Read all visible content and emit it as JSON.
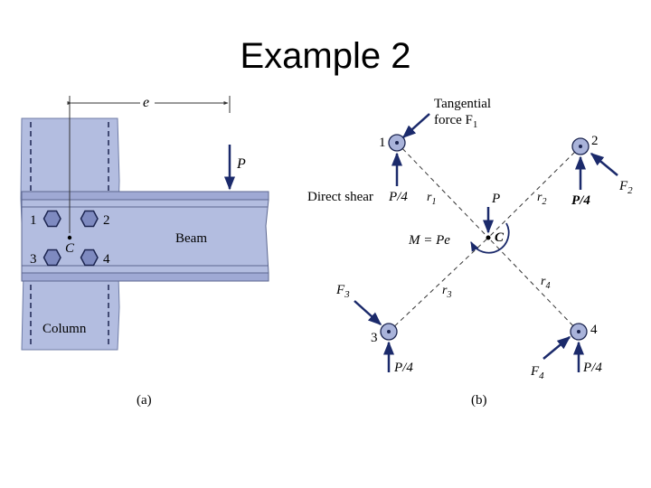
{
  "slide": {
    "title": "Example 2"
  },
  "figure_a": {
    "dimension_label": "e",
    "load_label": "P",
    "bolts": [
      "1",
      "2",
      "3",
      "4"
    ],
    "centroid_label": "C",
    "beam_label": "Beam",
    "column_label": "Column",
    "caption": "(a)"
  },
  "figure_b": {
    "tangential_label_line1": "Tangential",
    "tangential_label_line2": "force F",
    "tangential_sub": "1",
    "direct_shear_label": "Direct shear",
    "centroid_label": "C",
    "moment_label": "M = Pe",
    "load_label": "P",
    "bolts": [
      "1",
      "2",
      "3",
      "4"
    ],
    "shear_label": "P/4",
    "radius_labels": [
      {
        "base": "r",
        "sub": "1"
      },
      {
        "base": "r",
        "sub": "2"
      },
      {
        "base": "r",
        "sub": "3"
      },
      {
        "base": "r",
        "sub": "4"
      }
    ],
    "force_labels": [
      {
        "base": "F",
        "sub": "2"
      },
      {
        "base": "F",
        "sub": "3"
      },
      {
        "base": "F",
        "sub": "4"
      }
    ],
    "caption": "(b)"
  }
}
